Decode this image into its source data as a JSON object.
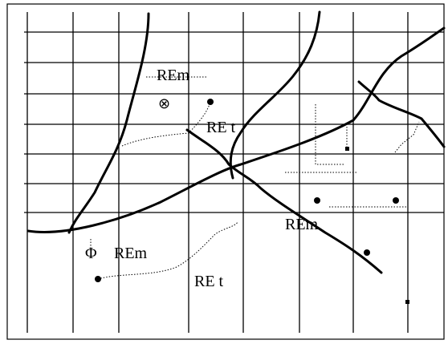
{
  "labels": {
    "rem_top": "REm",
    "ret_top": "RE t",
    "rem_mid": "REm",
    "phi_symbol": "Φ",
    "rem_bottom": "REm",
    "ret_bottom": "RE t",
    "circle_cross_symbol": "⊗"
  }
}
